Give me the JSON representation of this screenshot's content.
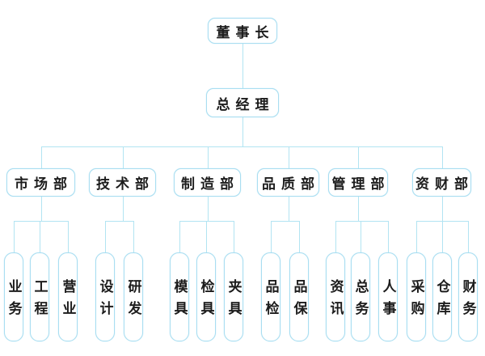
{
  "colors": {
    "line": "#b2e4f2",
    "box_border": "#a9def1",
    "text": "#1c1c1c",
    "background": "#ffffff"
  },
  "org": {
    "chairman": {
      "id": "chairman",
      "label": "董事长"
    },
    "general_manager": {
      "id": "general-manager",
      "label": "总经理"
    },
    "departments": [
      {
        "id": "dept-marketing",
        "label": "市场部",
        "children": [
          {
            "id": "unit-business",
            "label": "业务"
          },
          {
            "id": "unit-engineering",
            "label": "工程"
          },
          {
            "id": "unit-sales",
            "label": "营业"
          }
        ]
      },
      {
        "id": "dept-technology",
        "label": "技术部",
        "children": [
          {
            "id": "unit-design",
            "label": "设计"
          },
          {
            "id": "unit-rnd",
            "label": "研发"
          }
        ]
      },
      {
        "id": "dept-manufacturing",
        "label": "制造部",
        "children": [
          {
            "id": "unit-mold",
            "label": "模具"
          },
          {
            "id": "unit-gauge",
            "label": "检具"
          },
          {
            "id": "unit-jig",
            "label": "夹具"
          }
        ]
      },
      {
        "id": "dept-quality",
        "label": "品质部",
        "children": [
          {
            "id": "unit-quality-inspection",
            "label": "品检"
          },
          {
            "id": "unit-quality-assurance",
            "label": "品保"
          }
        ]
      },
      {
        "id": "dept-management",
        "label": "管理部",
        "children": [
          {
            "id": "unit-information",
            "label": "资讯"
          },
          {
            "id": "unit-general-affairs",
            "label": "总务"
          },
          {
            "id": "unit-hr",
            "label": "人事"
          }
        ]
      },
      {
        "id": "dept-finance",
        "label": "资财部",
        "children": [
          {
            "id": "unit-purchasing",
            "label": "采购"
          },
          {
            "id": "unit-warehouse",
            "label": "仓库"
          },
          {
            "id": "unit-accounting",
            "label": "财务"
          }
        ]
      }
    ]
  }
}
